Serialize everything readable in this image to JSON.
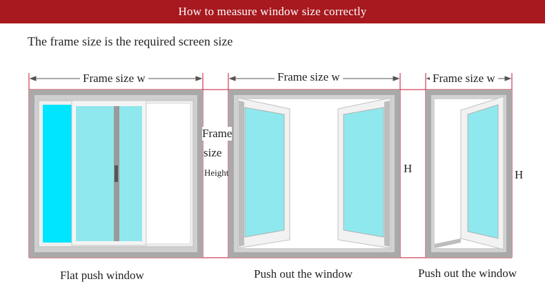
{
  "banner": {
    "title": "How to measure window size correctly"
  },
  "intro": {
    "text": "The frame size is the required screen size"
  },
  "windows": [
    {
      "width_label": "Frame size w",
      "caption": "Flat push window"
    },
    {
      "width_label": "Frame size w",
      "height_label": "H",
      "caption": "Push out the window"
    },
    {
      "width_label": "Frame size w",
      "height_label": "H",
      "caption": "Push out the window"
    }
  ],
  "height_note": {
    "line1": "Frame",
    "line2": "size",
    "line3": "Height"
  },
  "colors": {
    "banner": "#a7191e",
    "measure_line": "#c8102e",
    "frame_gray": "#a9a9a9",
    "glass_cyan": "#00e5ff",
    "glass_light": "#8fe8ee",
    "sash_white": "#f2f2f2"
  }
}
